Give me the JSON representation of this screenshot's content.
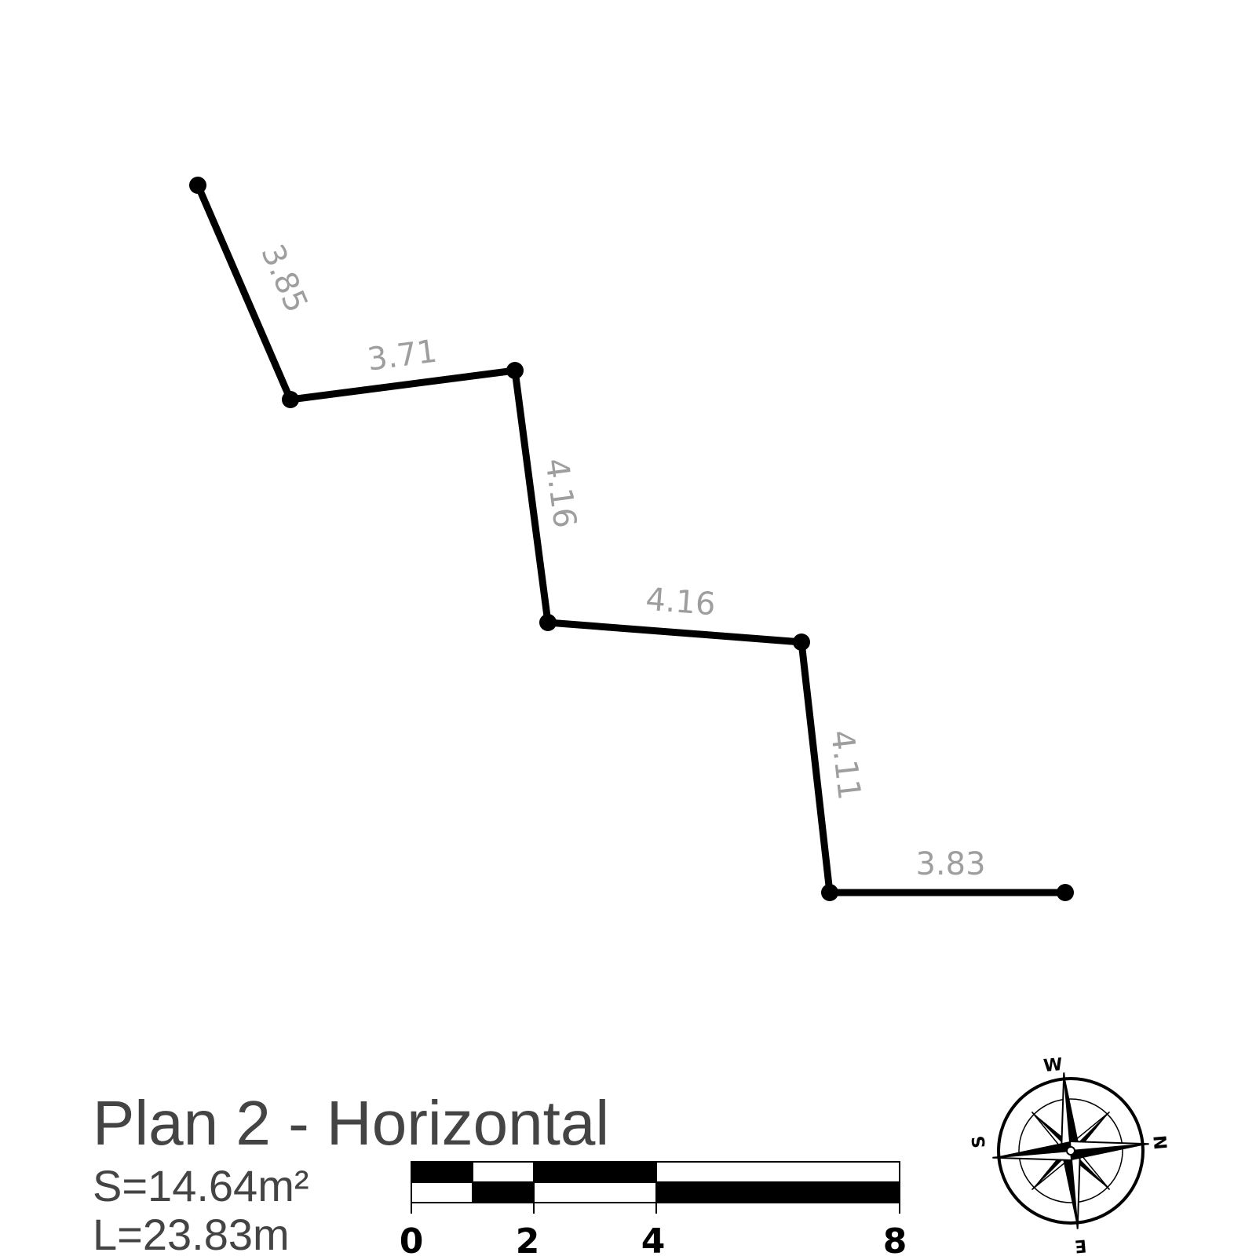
{
  "plan": {
    "title": "Plan 2 - Horizontal",
    "area": "S=14.64m²",
    "length": "L=23.83m",
    "segments": [
      {
        "label": "3.85"
      },
      {
        "label": "3.71"
      },
      {
        "label": "4.16"
      },
      {
        "label": "4.16"
      },
      {
        "label": "4.11"
      },
      {
        "label": "3.83"
      }
    ]
  },
  "scale_bar": {
    "ticks": [
      "0",
      "2",
      "4",
      "8"
    ]
  },
  "compass": {
    "letters": {
      "top": "W",
      "right": "N",
      "bottom": "E",
      "left": "S"
    }
  },
  "colors": {
    "line": "#000000",
    "segment_label": "#9e9e9e",
    "title_text": "#444444",
    "background": "#ffffff"
  }
}
